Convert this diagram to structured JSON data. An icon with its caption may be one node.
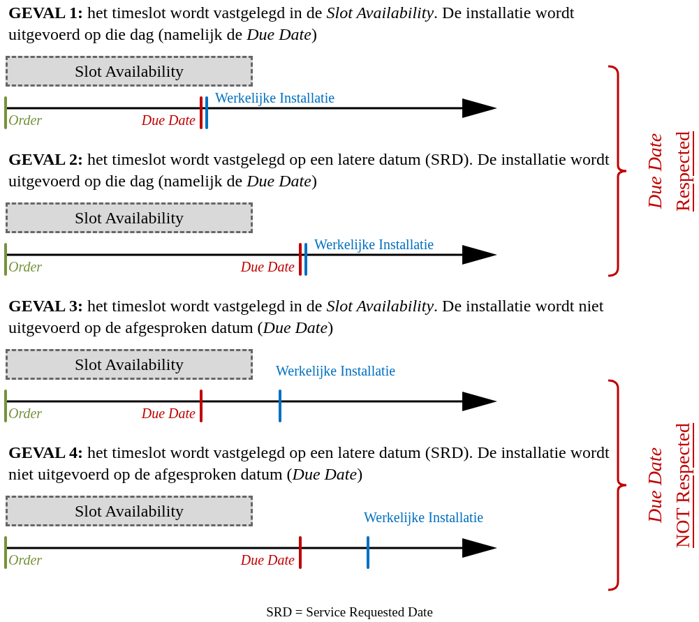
{
  "diagram": {
    "caption": "SRD = Service Requested Date",
    "nodes": [
      {
        "text": [
          "Slot Availability"
        ]
      },
      {
        "text": [
          "Slot Availability"
        ]
      },
      {
        "text": [
          "Slot Availability"
        ]
      },
      {
        "text": [
          "Slot Availability"
        ]
      }
    ],
    "labels": [
      "**GEVAL 1:** het timeslot wordt vastgelegd in de *Slot Availability*. De installatie wordt uitgevoerd op die dag (namelijk de *Due Date*)",
      "Werkelijke Installatie",
      "Order",
      "Due Date",
      "**GEVAL 2:** het timeslot wordt vastgelegd op een latere datum (SRD). De installatie wordt uitgevoerd op die dag (namelijk de *Due Date*)",
      "Werkelijke Installatie",
      "Order",
      "Due Date",
      "**GEVAL 3:** het timeslot wordt vastgelegd in de *Slot Availability*. De installatie wordt niet uitgevoerd op de afgesproken datum (*Due Date*)",
      "Werkelijke Installatie",
      "Order",
      "Due Date",
      "**GEVAL 4:** het timeslot wordt vastgelegd op een latere datum (SRD). De installatie wordt niet uitgevoerd op de afgesproken datum (*Due Date*)",
      "Werkelijke Installatie",
      "Order",
      "Due Date",
      "Due Date",
      "Respected",
      "Due Date",
      "NOT Respected"
    ]
  }
}
